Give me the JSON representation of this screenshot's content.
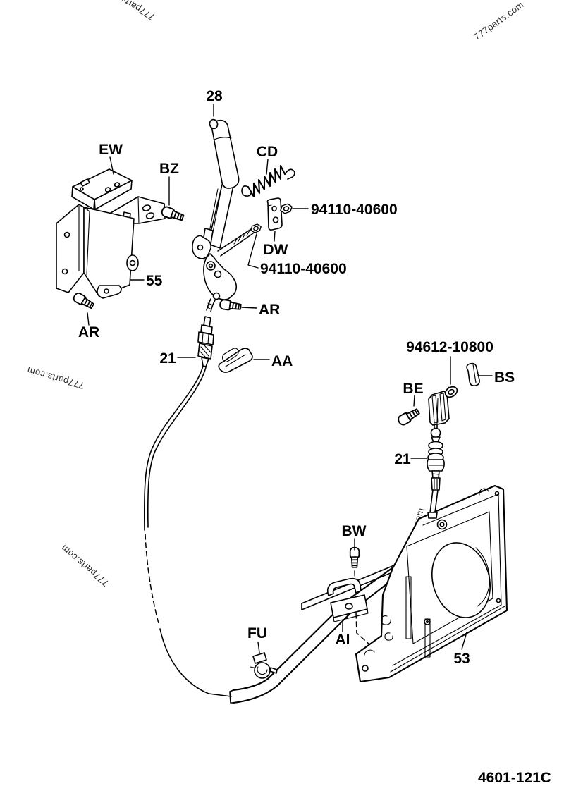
{
  "watermark": {
    "text": "777parts.com"
  },
  "figure_code": "4601-121C",
  "callouts": {
    "lever": "28",
    "ew": "EW",
    "bz": "BZ",
    "cd": "CD",
    "nut_upper": "94110-40600",
    "dw": "DW",
    "nut_lower": "94110-40600",
    "bracket": "55",
    "ar_left": "AR",
    "ar_right": "AR",
    "cable_left": "21",
    "aa": "AA",
    "washer": "94612-10800",
    "bs": "BS",
    "be": "BE",
    "cable_right": "21",
    "bw": "BW",
    "ai": "AI",
    "shroud": "53",
    "fu": "FU"
  }
}
